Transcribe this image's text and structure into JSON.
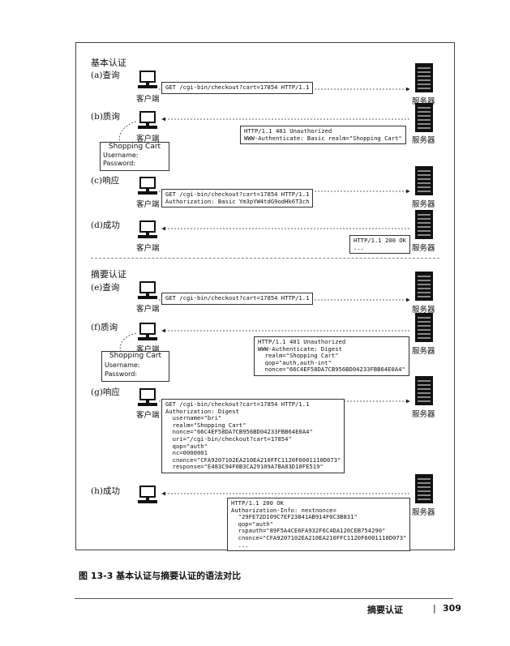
{
  "sections": {
    "basic_title": "基本认证",
    "digest_title": "摘要认证"
  },
  "labels": {
    "client": "客户端",
    "server": "服务器"
  },
  "steps": {
    "a": "(a)查询",
    "b": "(b)质询",
    "c": "(c)响应",
    "d": "(d)成功",
    "e": "(e)查询",
    "f": "(f)质询",
    "g": "(g)响应",
    "h": "(h)成功"
  },
  "messages": {
    "a": "GET /cgi-bin/checkout?cart=17854 HTTP/1.1",
    "b": "HTTP/1.1 401 Unauthorized\nWWW-Authenticate: Basic realm=\"Shopping Cart\"",
    "c": "GET /cgi-bin/checkout?cart=17854 HTTP/1.1\nAuthorization: Basic Ym3pYW4tdG9odHk6T3ch",
    "d": "HTTP/1.1 200 OK\n...",
    "e": "GET /cgi-bin/checkout?cart=17854 HTTP/1.1",
    "f": "HTTP/1.1 401 Unauthorized\nWWW-Authenticate: Digest\n  realm=\"Shopping Cart\"\n  qop=\"auth,auth-int\"\n  nonce=\"66C4EF58DA7CB956BD04233FBB64E0A4\"",
    "g": "GET /cgi-bin/checkout?cart=17854 HTTP/1.1\nAuthorization: Digest\n  username=\"bri\"\n  realm=\"Shopping Cart\"\n  nonce=\"66C4EF58DA7CB956BD04233FBB64E0A4\"\n  uri=\"/cgi-bin/checkout?cart=17854\"\n  qop=\"auth\"\n  nc=0000001\n  cnonce=\"CFA9207102EA210EA210FFC1120F6001110D073\"\n  response=\"E483C94F0B3CA29109A7BA83D10FE519\"",
    "h": "HTTP/1.1 200 OK\nAuthorization-Info: nextnonce=\n  \"29FE72D109C7EF23841AB914F0C3B831\"\n  qop=\"auth\"\n  rspauth=\"89F5A4CE6FA932F6C4DA120CEB754290\"\n  cnonce=\"CFA9207102EA210EA210FFC1120F6001110D073\"\n  ..."
  },
  "dialog": {
    "title": "Shopping Cart",
    "username": "Username:",
    "password": "Password:"
  },
  "caption": "图 13-3   基本认证与摘要认证的语法对比",
  "footer": {
    "section": "摘要认证",
    "separator": "|",
    "page": "309"
  }
}
